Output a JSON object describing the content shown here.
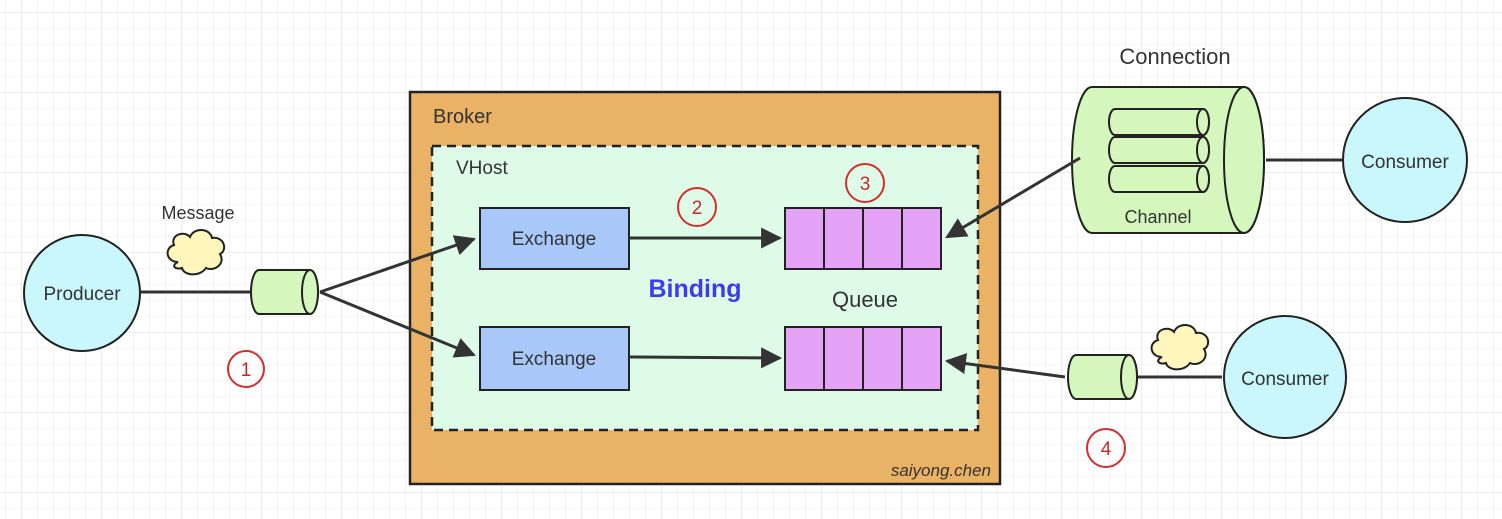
{
  "labels": {
    "producer": "Producer",
    "message": "Message",
    "broker": "Broker",
    "vhost": "VHost",
    "exchange_top": "Exchange",
    "exchange_bottom": "Exchange",
    "binding": "Binding",
    "queue": "Queue",
    "connection": "Connection",
    "channel": "Channel",
    "consumer_top": "Consumer",
    "consumer_bottom": "Consumer",
    "signature": "saiyong.chen"
  },
  "steps": [
    "1",
    "2",
    "3",
    "4"
  ],
  "colors": {
    "broker_fill": "#e9b264",
    "vhost_fill": "#ddfbe6",
    "exchange_fill": "#a9c8fa",
    "queue_fill": "#e4a3f7",
    "message_fill": "#d5f7be",
    "consumer_fill": "#c9f7fc",
    "cloud_fill": "#fff6bc",
    "step_marker": "#d32f2f",
    "binding_text": "#3b3bef"
  }
}
